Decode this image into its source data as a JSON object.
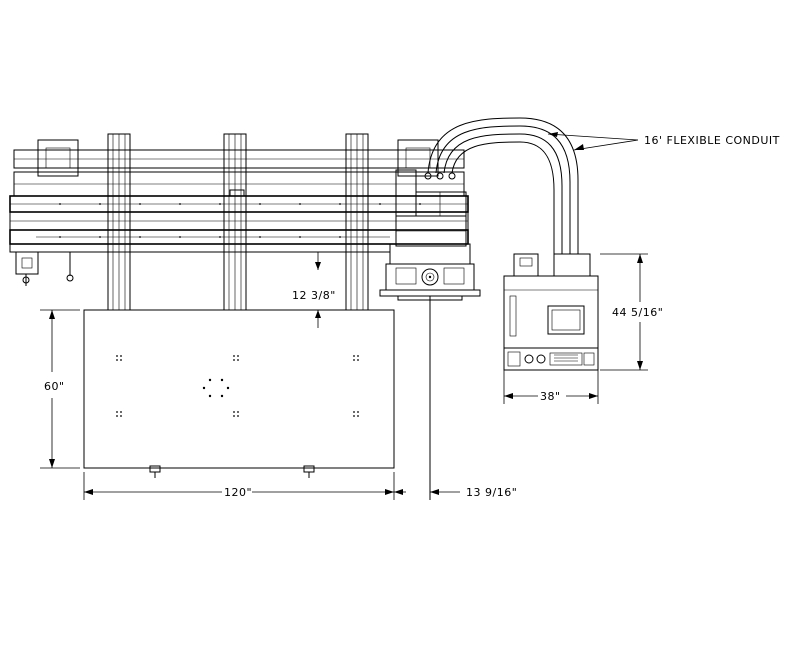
{
  "labels": {
    "conduit": "16' FLEXIBLE CONDUIT",
    "gantry_height": "12 3/8\"",
    "cabinet_height": "44 5/16\"",
    "cabinet_width": "38\"",
    "table_depth": "60\"",
    "table_length": "120\"",
    "overhang": "13 9/16\""
  }
}
